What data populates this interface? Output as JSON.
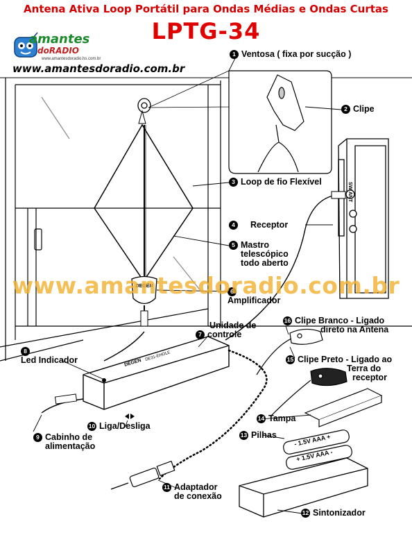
{
  "header": {
    "title": "Antena Ativa Loop Portátil para Ondas Médias e Ondas Curtas",
    "model": "LPTG-34",
    "logo_amantes": "amantes",
    "logo_radio": "doRADIO",
    "logo_small_url": "www.amantesdoradio.hs.com.br",
    "site_url": "www.amantesdoradio.com.br"
  },
  "watermark": "www.amantesdoradio.com.br",
  "device_text": {
    "amplifier_brand": "DEGEN",
    "control_brand": "DEGEN",
    "control_model": "DE31-EHOLE",
    "receiver_jack": "SW ANT",
    "battery_1": "- 1.5V AAA +",
    "battery_2": "+ 1.5V AAA -"
  },
  "callouts": [
    {
      "n": "1",
      "text": "Ventosa ( fixa por sucção )"
    },
    {
      "n": "2",
      "text": "Clipe"
    },
    {
      "n": "3",
      "text": "Loop de fio Flexível"
    },
    {
      "n": "4",
      "text": "Receptor"
    },
    {
      "n": "5",
      "text": "Mastro telescópico todo aberto",
      "lines": [
        "Mastro",
        "telescópico",
        "todo aberto"
      ]
    },
    {
      "n": "6",
      "text": "Amplificador"
    },
    {
      "n": "7",
      "text": "Unidade de controle",
      "lines": [
        "Unidade de",
        "controle"
      ]
    },
    {
      "n": "8",
      "text": "Led Indicador"
    },
    {
      "n": "9",
      "text": "Cabinho de alimentação",
      "lines": [
        "Cabinho  de",
        "alimentação"
      ]
    },
    {
      "n": "10",
      "text": "Liga/Desliga"
    },
    {
      "n": "11",
      "text": "Adaptador de conexão",
      "lines": [
        "Adaptador",
        "de conexão"
      ]
    },
    {
      "n": "12",
      "text": "Sintonizador"
    },
    {
      "n": "13",
      "text": "Pilhas"
    },
    {
      "n": "14",
      "text": "Tampa"
    },
    {
      "n": "15",
      "text": "Clipe Preto - Ligado ao Terra do receptor",
      "lines": [
        "Clipe Preto - Ligado ao",
        "Terra do",
        "receptor"
      ]
    },
    {
      "n": "16",
      "text": "Clipe Branco - Ligado direto na Antena",
      "lines": [
        "Clipe Branco  -  Ligado",
        "direto na Antena"
      ]
    }
  ]
}
